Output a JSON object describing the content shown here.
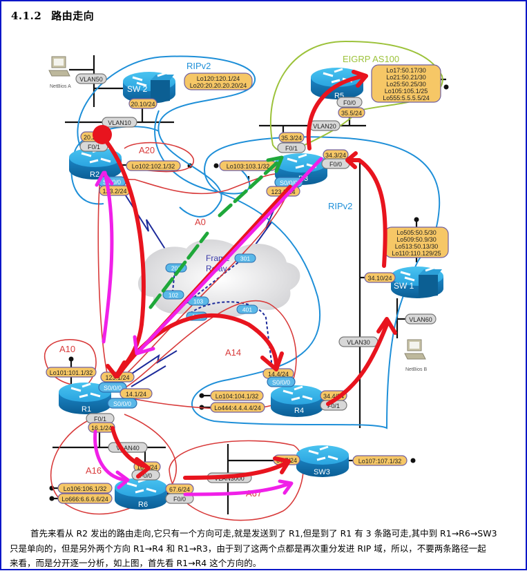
{
  "heading": {
    "number": "4.1.2",
    "title": "路由走向"
  },
  "colors": {
    "border": "#0a16c8",
    "rip_boundary": "#1e8fd8",
    "eigrp_boundary": "#9cc23a",
    "area_boundary": "#d83a3a",
    "label_fill": "#f6c766",
    "label_stroke": "#7060a0",
    "pill_gray": "#d8d8d8",
    "pill_blue": "#5ab8e8",
    "router_blue": "#1a8fcf",
    "arrow_red": "#e8141e",
    "arrow_magenta": "#f020e8",
    "arrow_green": "#1fa83a"
  },
  "diagram": {
    "domains": {
      "rip_top": "RIPv2",
      "rip_right": "RIPv2",
      "eigrp": "EIGRP AS100"
    },
    "areas": {
      "a0": "A0",
      "a10": "A10",
      "a14": "A14",
      "a16": "A16",
      "a20": "A20",
      "a67": "A67"
    },
    "cloud": {
      "line1": "Frame",
      "line2": "Relay",
      "dlci": [
        "201",
        "301",
        "102",
        "103",
        "104",
        "401"
      ]
    },
    "hosts": {
      "a": "NetBios A",
      "b": "NetBios B"
    },
    "vlans": {
      "v10": "VLAN10",
      "v20": "VLAN20",
      "v30": "VLAN30",
      "v40": "VLAN40",
      "v50": "VLAN50",
      "v60": "VLAN60",
      "v3000": "VLAN3000"
    },
    "devices": {
      "sw2": {
        "name": "SW 2",
        "ip": "20.10/24",
        "loopbacks": [
          "Lo120:120.1/24",
          "Lo20:20.20.20.20/24"
        ]
      },
      "r5": {
        "name": "R5",
        "intf": "F0/0",
        "ip": "35.5/24",
        "loopbacks": [
          "Lo17:50.17/30",
          "Lo21:50.21/30",
          "Lo25:50.25/30",
          "Lo105:105.1/25",
          "Lo555:5.5.5.5/24"
        ]
      },
      "r2": {
        "name": "R2",
        "intf_f": "F0/1",
        "ip_f": "20.2/24",
        "intf_s": "S0/0/0",
        "ip_s": "123.2/24",
        "loopback": "Lo102:102.1/32"
      },
      "r3": {
        "name": "R3",
        "intf_f1": "F0/1",
        "ip_f1": "35.3/24",
        "intf_f0": "F0/0",
        "ip_f0": "34.3/24",
        "intf_s": "S0/0/0",
        "ip_s": "123.3/24",
        "loopback": "Lo103:103.1/32"
      },
      "sw1": {
        "name": "SW 1",
        "ip": "34.10/24",
        "loopbacks": [
          "Lo505:50.5/30",
          "Lo509:50.9/30",
          "Lo513:50.13/30",
          "Lo110:110.129/25"
        ]
      },
      "r1": {
        "name": "R1",
        "loopback": "Lo101:101.1/32",
        "ip_s1": "123.1/24",
        "intf_s1": "S0/0/0",
        "ip_s2": "14.1/24",
        "intf_s2": "S0/0/0",
        "intf_f": "F0/1",
        "ip_f": "16.1/24"
      },
      "r4": {
        "name": "R4",
        "ip_s": "14.4/24",
        "intf_s": "S0/0/0",
        "loopbacks": [
          "Lo104:104.1/32",
          "Lo444:4.4.4.4/24"
        ],
        "ip_f": "34.4/24",
        "intf_f": "F0/1"
      },
      "r6": {
        "name": "R6",
        "ip_f1": "16.6/24",
        "intf_f1": "F0/0",
        "loopbacks": [
          "Lo106:106.1/32",
          "Lo666:6.6.6.6/24"
        ],
        "ip_f0": "67.6/24",
        "intf_f0": "F0/0"
      },
      "sw3": {
        "name": "SW3",
        "ip": "67.7/24",
        "loopback": "Lo107:107.1/32"
      }
    }
  },
  "paragraph": {
    "line1": "首先来看从 R2 发出的路由走向,它只有一个方向可走,就是发送到了 R1,但是到了 R1 有 3 条路可走,其中到 R1→R6→SW3",
    "line2": "只是单向的，但是另外两个方向 R1→R4 和 R1→R3，由于到了这两个点都是再次重分发进 RIP 域，所以，不要两条路径一起",
    "line3": "来看，而是分开逐一分析，如上图，首先看 R1→R4 这个方向的。"
  }
}
